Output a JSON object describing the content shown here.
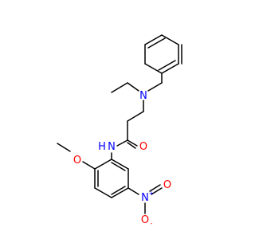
{
  "molecule": {
    "colors": {
      "bond": "#000000",
      "nitrogen": "#0000ff",
      "oxygen": "#ff0000",
      "carbon": "#000000"
    },
    "atoms": {
      "amine_n": "N",
      "amide_n": "N",
      "amide_h": "H",
      "carbonyl_o": "O",
      "methoxy_o": "O",
      "nitro_n": "N",
      "nitro_n_charge": "+",
      "nitro_o_top": "O",
      "nitro_o_bottom": "O",
      "nitro_o_charge": "-"
    }
  }
}
